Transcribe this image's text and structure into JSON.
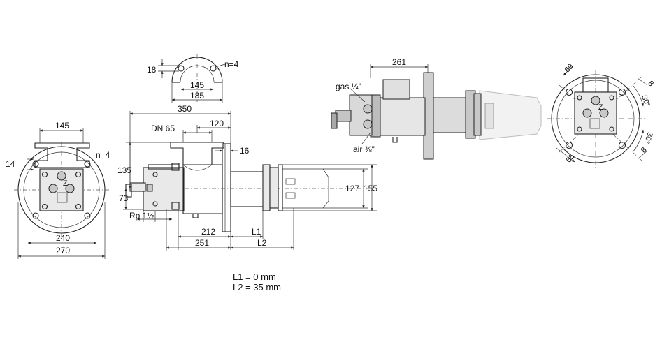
{
  "front_view": {
    "dim_top": "145",
    "holes": "n=4",
    "dim_left": "14",
    "dim_inner": "240",
    "dim_outer": "270"
  },
  "flange_detail": {
    "dim_hole": "18",
    "holes": "n=4",
    "dim_inner": "145",
    "dim_outer": "185"
  },
  "side_view": {
    "dim_total": "350",
    "dim_dn": "DN 65",
    "dim_120": "120",
    "dim_16": "16",
    "dim_135": "135",
    "dim_73": "73",
    "dim_rp": "Rp 1½",
    "dim_212": "212",
    "dim_251": "251",
    "dim_l1": "L1",
    "dim_l2": "L2",
    "dim_127": "127",
    "dim_155": "155"
  },
  "photo_view": {
    "dim_261": "261",
    "gas_label": "gas ¼\"",
    "air_label": "air ⅜\""
  },
  "right_view": {
    "dim_69": "69",
    "dim_8a": "8",
    "dim_30a": "30°",
    "dim_30b": "30°",
    "dim_8b": "8",
    "dim_65": "65"
  },
  "notes": {
    "l1": "L1 = 0 mm",
    "l2": "L2 = 35 mm"
  }
}
